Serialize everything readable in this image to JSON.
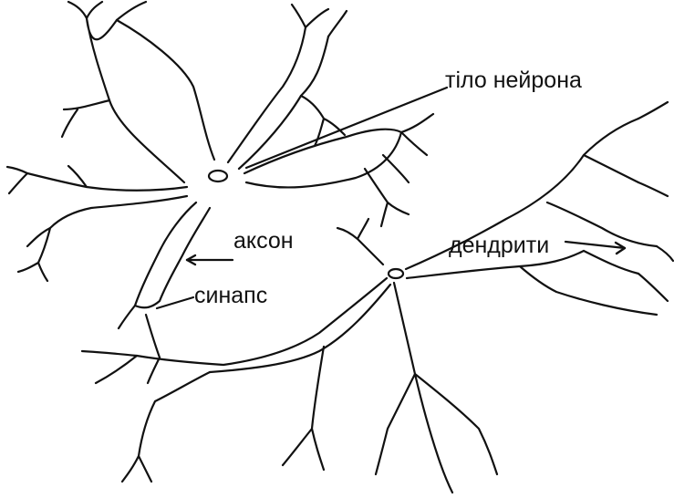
{
  "labels": {
    "soma": "тіло нейрона",
    "axon": "аксон",
    "synapse": "синапс",
    "dendrites": "дендрити"
  },
  "colors": {
    "ink": "#111111",
    "background": "#ffffff"
  }
}
